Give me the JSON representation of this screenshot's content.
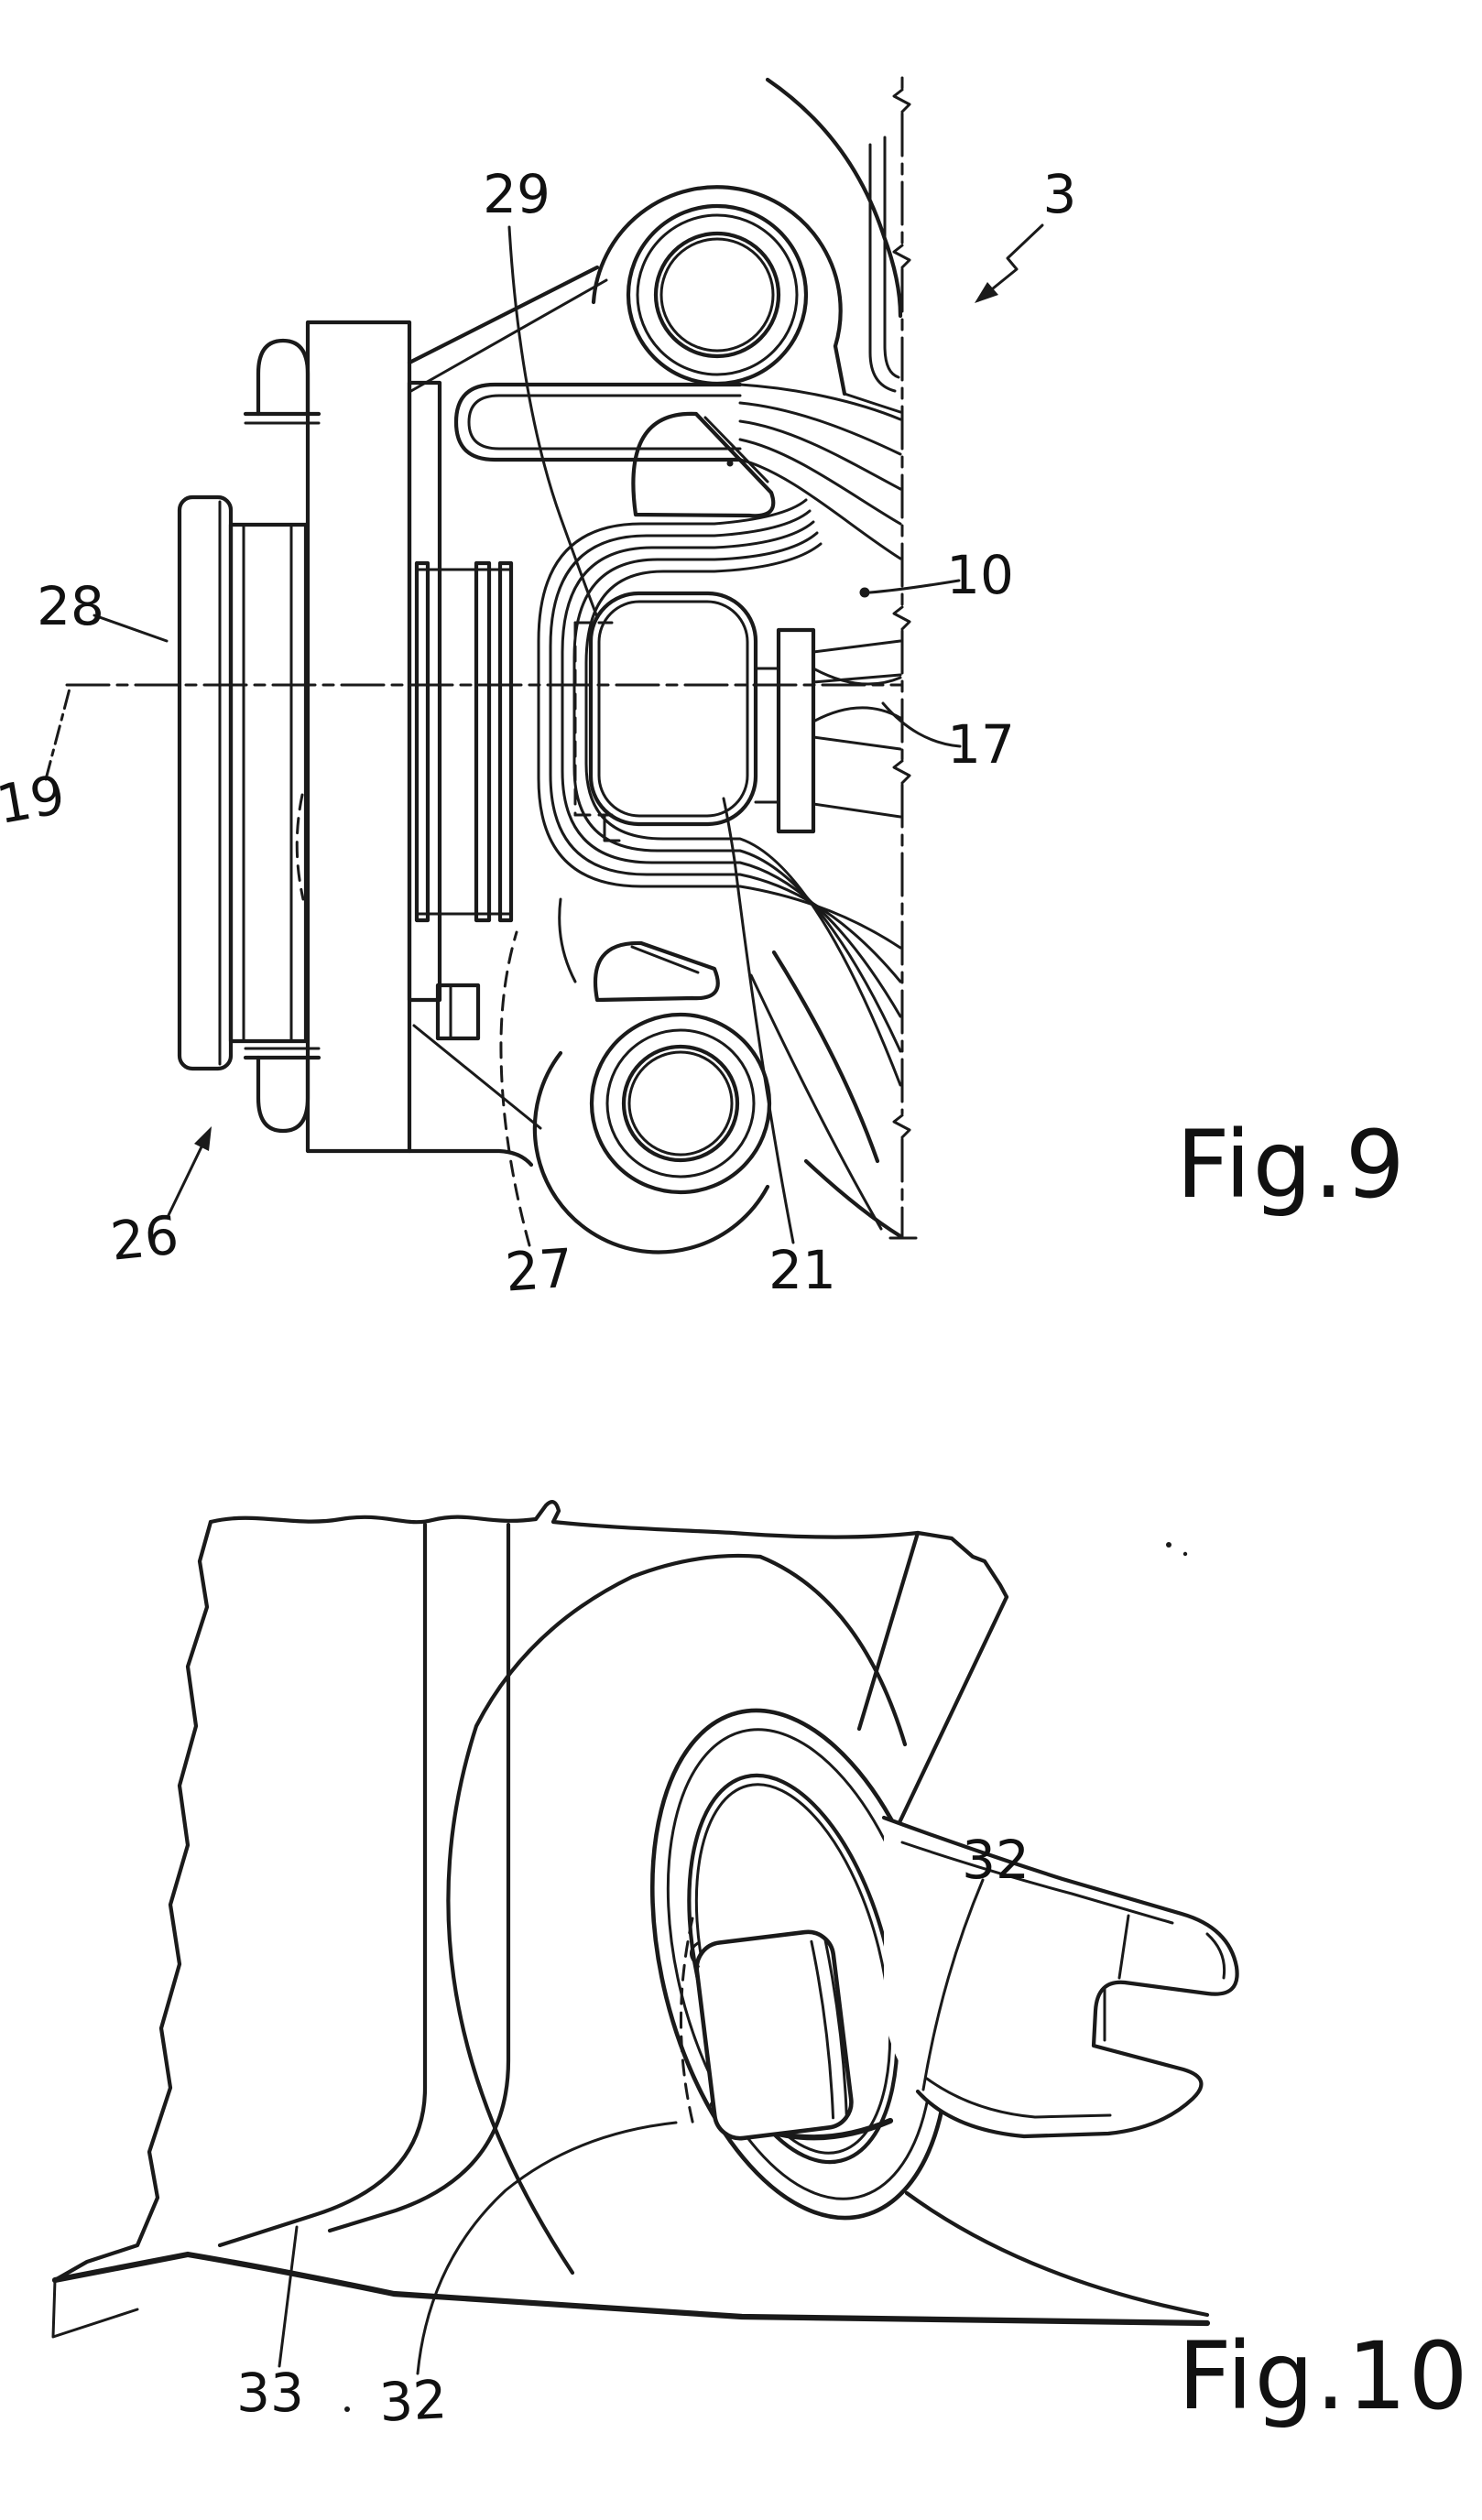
{
  "sheet": {
    "background": "#ffffff",
    "ink_color": "#1a1a1a",
    "figures": [
      {
        "id": "fig9",
        "caption": "Fig.9",
        "labels": [
          {
            "ref": "29",
            "text": "29"
          },
          {
            "ref": "3",
            "text": "3"
          },
          {
            "ref": "10",
            "text": "10"
          },
          {
            "ref": "17",
            "text": "17"
          },
          {
            "ref": "28",
            "text": "28"
          },
          {
            "ref": "19",
            "text": "19"
          },
          {
            "ref": "26",
            "text": "26"
          },
          {
            "ref": "27",
            "text": "27"
          },
          {
            "ref": "21",
            "text": "21"
          }
        ]
      },
      {
        "id": "fig10",
        "caption": "Fig.10",
        "labels": [
          {
            "ref": "32-right",
            "text": "32"
          },
          {
            "ref": "33",
            "text": "33"
          },
          {
            "ref": "32-bottom",
            "text": "32"
          }
        ]
      }
    ]
  }
}
